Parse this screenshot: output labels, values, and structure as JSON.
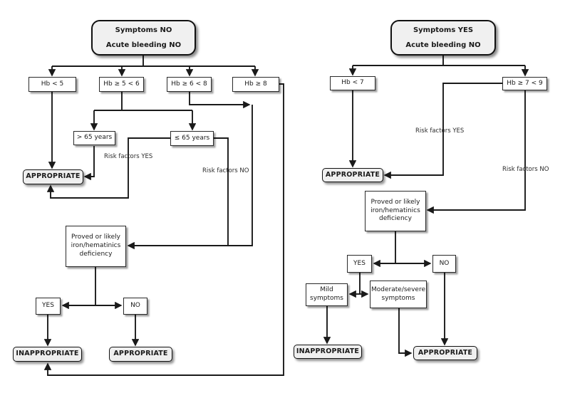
{
  "diagram": {
    "background": "#ffffff",
    "line_color": "#1a1a1a",
    "node_fill": "#ffffff",
    "header_fill": "#f0f0f0",
    "terminal_fill": "#efefef"
  },
  "left": {
    "header": [
      "Symptoms NO",
      "Acute bleeding NO"
    ],
    "hb_lt5": "Hb < 5",
    "hb_5_6": "Hb ≥ 5 < 6",
    "hb_6_8": "Hb ≥ 6 < 8",
    "hb_ge8": "Hb ≥ 8",
    "gt65": "> 65 years",
    "le65": "≤ 65 years",
    "risk_yes": "Risk factors YES",
    "risk_no": "Risk factors NO",
    "appropriate_top": "APPROPRIATE",
    "proved": [
      "Proved or likely",
      "iron/hematinics",
      "deficiency"
    ],
    "yes": "YES",
    "no": "NO",
    "inappropriate": "INAPPROPRIATE",
    "appropriate_bottom": "APPROPRIATE"
  },
  "right": {
    "header": [
      "Symptoms YES",
      "Acute bleeding NO"
    ],
    "hb_lt7": "Hb < 7",
    "hb_7_9": "Hb ≥ 7 < 9",
    "risk_yes": "Risk factors YES",
    "risk_no": "Risk factors NO",
    "appropriate_top": "APPROPRIATE",
    "proved": [
      "Proved or likely",
      "iron/hematinics",
      "deficiency"
    ],
    "yes": "YES",
    "no": "NO",
    "mild": [
      "Mild",
      "symptoms"
    ],
    "modsev": [
      "Moderate/severe",
      "symptoms"
    ],
    "inappropriate": "INAPPROPRIATE",
    "appropriate_bottom": "APPROPRIATE"
  }
}
